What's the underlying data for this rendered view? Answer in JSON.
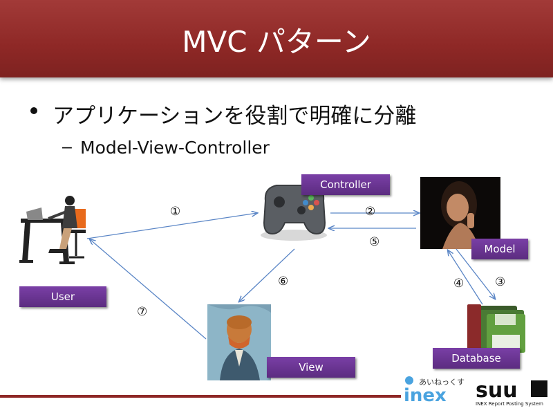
{
  "slide": {
    "title": "MVC パターン",
    "bullet": "アプリケーションを役割で明確に分離",
    "sub_bullet": "Model-View-Controller"
  },
  "labels": {
    "controller": "Controller",
    "model": "Model",
    "user": "User",
    "view": "View",
    "database": "Database"
  },
  "steps": [
    "①",
    "②",
    "③",
    "④",
    "⑤",
    "⑥",
    "⑦"
  ],
  "logos": {
    "inex_hiragana": "あいねっくす",
    "inex_word": "inex",
    "suu_word": "suu",
    "suu_subtitle": "INEX Report Posting System"
  },
  "colors": {
    "title_bar": "#8e2826",
    "label_box": "#6a3592",
    "arrow": "#5b86c6"
  }
}
